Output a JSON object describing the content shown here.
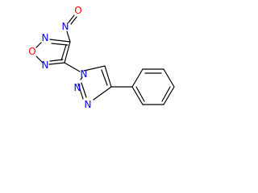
{
  "structure": {
    "atoms": {
      "o_nitroso": {
        "label": "O",
        "color": "#ff0000"
      },
      "n_nitroso": {
        "label": "N",
        "color": "#0000ff"
      },
      "n_furazan_top": {
        "label": "N",
        "color": "#0000ff"
      },
      "o_furazan": {
        "label": "O",
        "color": "#ff0000"
      },
      "n_furazan_bottom": {
        "label": "N",
        "color": "#0000ff"
      },
      "n_triazole_1": {
        "label": "N",
        "color": "#0000ff"
      },
      "n_triazole_2": {
        "label": "N",
        "color": "#0000ff"
      },
      "n_triazole_3": {
        "label": "N",
        "color": "#0000ff"
      }
    },
    "bond_color": "#000000",
    "background": "#ffffff"
  }
}
